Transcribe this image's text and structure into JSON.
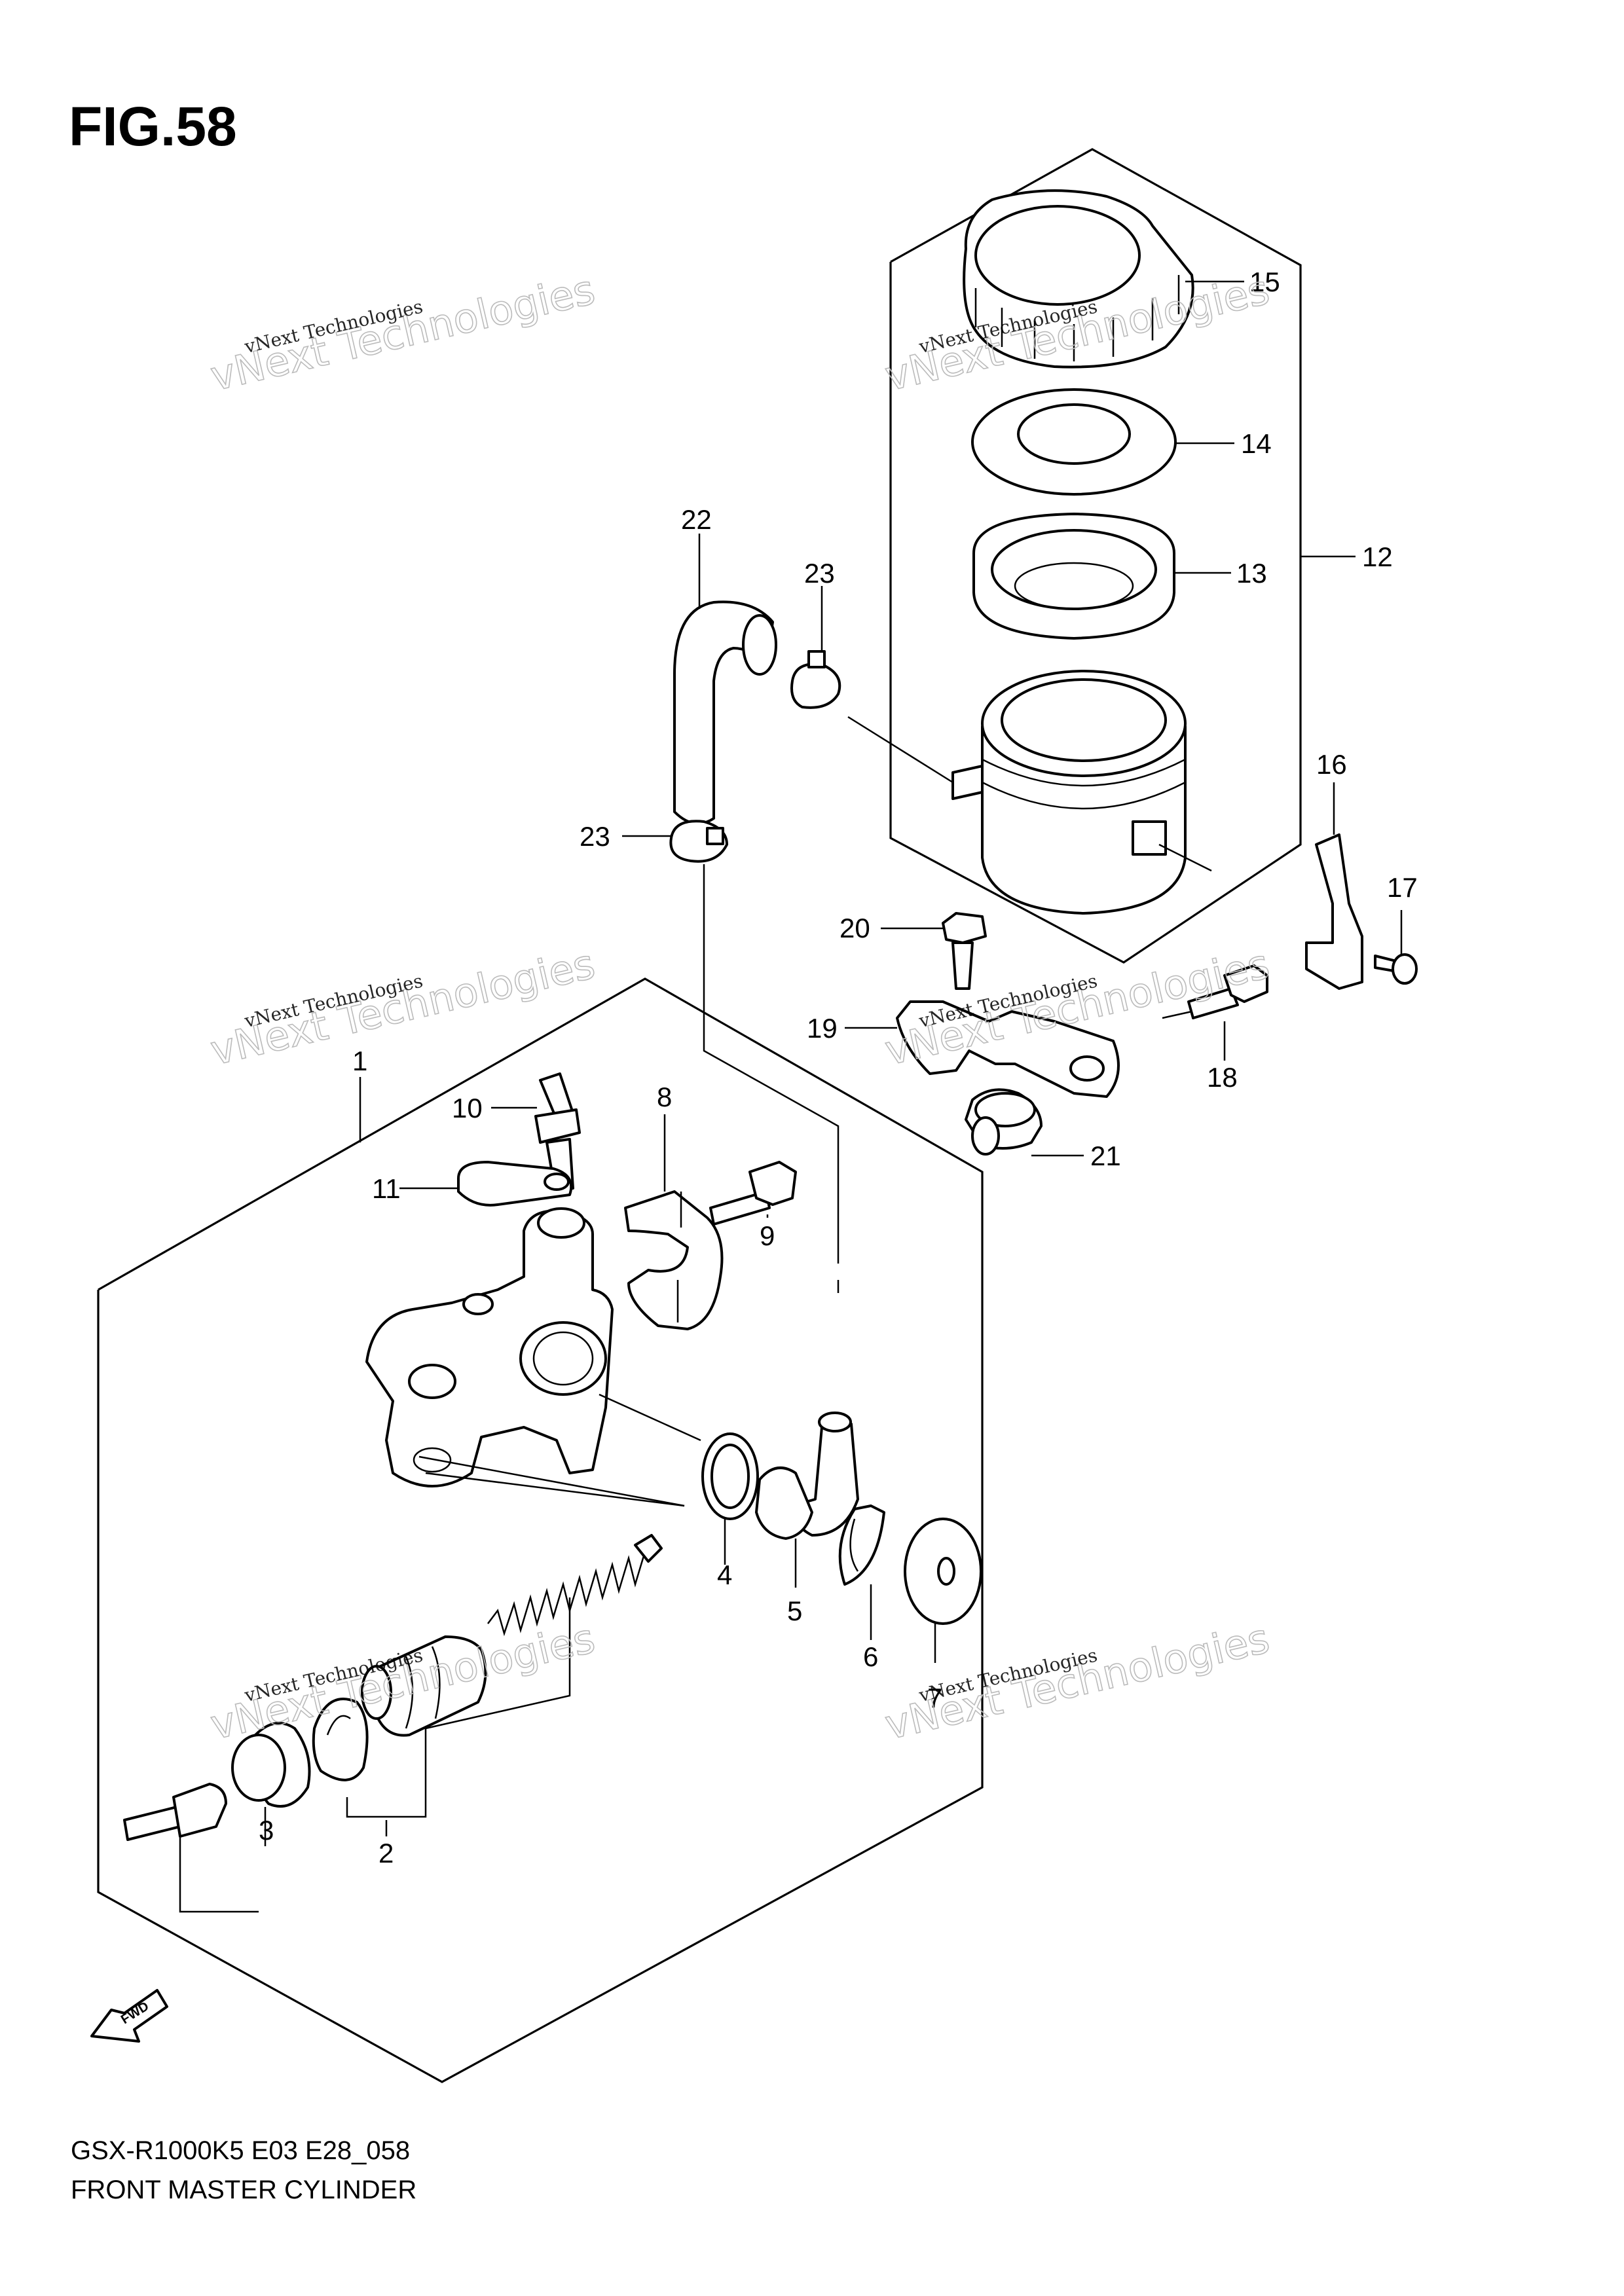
{
  "figure": {
    "title": "FIG.58",
    "model_code": "GSX-R1000K5 E03 E28_058",
    "caption": "FRONT MASTER CYLINDER"
  },
  "fwd_arrow": {
    "label": "FWD"
  },
  "watermark": {
    "small": "vNext Technologies",
    "big": "vNext Technologies"
  },
  "callouts": [
    "1",
    "2",
    "3",
    "4",
    "5",
    "6",
    "7",
    "8",
    "9",
    "10",
    "11",
    "12",
    "13",
    "14",
    "15",
    "16",
    "17",
    "18",
    "19",
    "20",
    "21",
    "22",
    "23",
    "23"
  ]
}
